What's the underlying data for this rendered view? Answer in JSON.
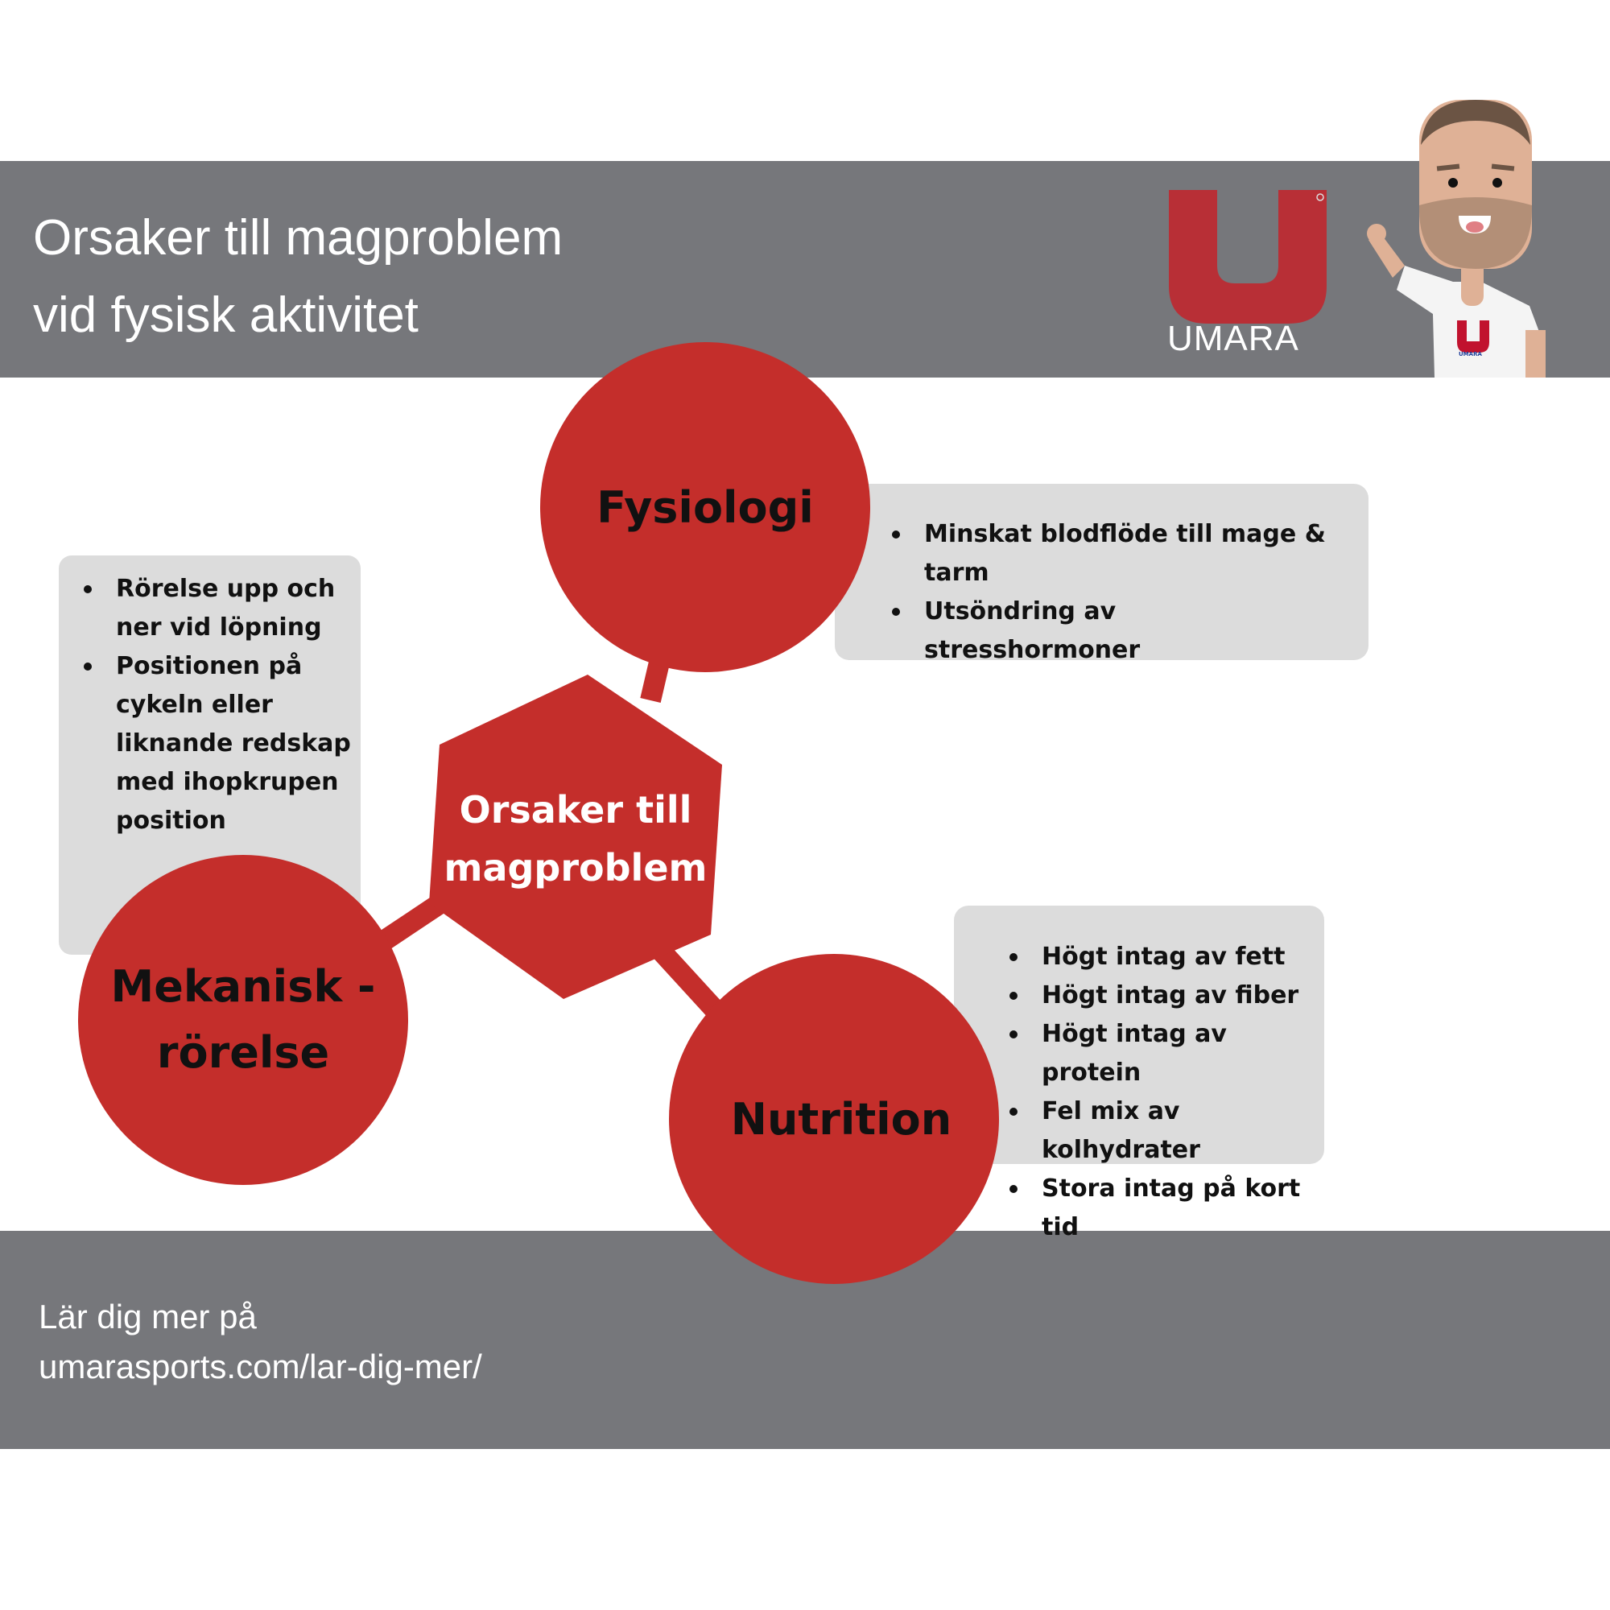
{
  "header": {
    "title_line1": "Orsaker till magproblem",
    "title_line2": "vid fysisk aktivitet",
    "logo_text": "UMARA",
    "mascot_shirt_text": "UMARA"
  },
  "center": {
    "line1": "Orsaker till",
    "line2": "magproblem"
  },
  "nodes": {
    "fysiologi": {
      "title": "Fysiologi",
      "items": [
        "Minskat blodflöde till mage & tarm",
        "Utsöndring av stresshormoner"
      ]
    },
    "mekanisk": {
      "title_line1": "Mekanisk -",
      "title_line2": "rörelse",
      "items": [
        "Rörelse upp och ner vid löpning",
        "Positionen på cykeln eller liknande redskap med ihopkrupen position"
      ]
    },
    "nutrition": {
      "title": "Nutrition",
      "items": [
        "Högt intag av fett",
        "Högt intag av fiber",
        "Högt intag av protein",
        "Fel mix av kolhydrater",
        "Stora intag på kort tid"
      ]
    }
  },
  "footer": {
    "line1": "Lär dig mer på",
    "line2": "umarasports.com/lar-dig-mer/"
  },
  "colors": {
    "band": "#76777b",
    "red": "#c42e2b",
    "box": "#dcdcdc",
    "logo_red": "#b82f36"
  }
}
